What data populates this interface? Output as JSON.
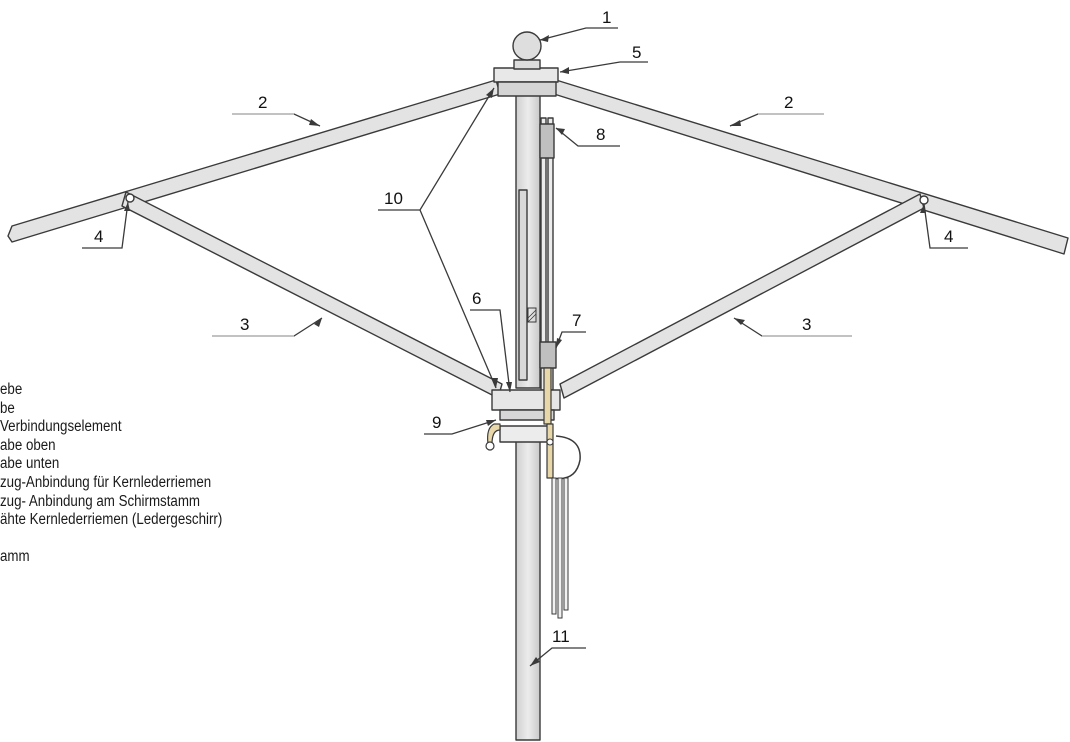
{
  "callouts": {
    "c1": "1",
    "c2a": "2",
    "c2b": "2",
    "c3a": "3",
    "c3b": "3",
    "c4a": "4",
    "c4b": "4",
    "c5": "5",
    "c6": "6",
    "c7": "7",
    "c8": "8",
    "c9": "9",
    "c10": "10",
    "c11": "11"
  },
  "legend": [
    "ebe",
    "be",
    "Verbindungselement",
    "abe oben",
    "abe unten",
    "zug-Anbindung für Kernlederriemen",
    "zug- Anbindung am Schirmstamm",
    "ähte Kernlederriemen (Ledergeschirr)",
    "",
    "amm"
  ],
  "colors": {
    "line": "#3a3a3a",
    "metal_fill": "#e2e2e2",
    "leather": "#e8d7a9"
  }
}
